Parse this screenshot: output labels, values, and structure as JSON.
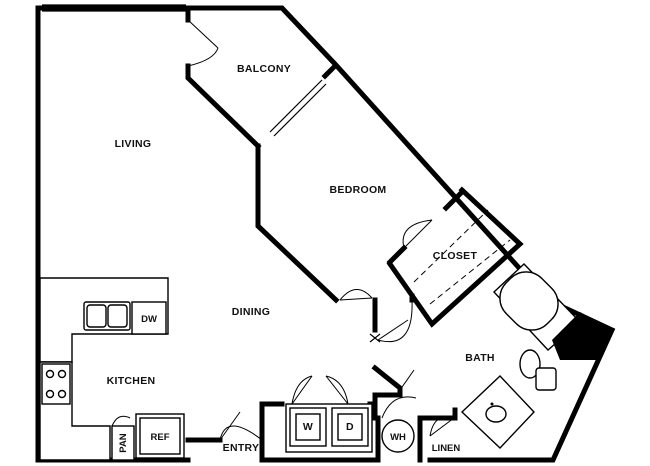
{
  "rooms": {
    "balcony": "BALCONY",
    "living": "LIVING",
    "bedroom": "BEDROOM",
    "closet": "CLOSET",
    "dining": "DINING",
    "kitchen": "KITCHEN",
    "bath": "BATH",
    "entry": "ENTRY",
    "linen": "LINEN"
  },
  "fixtures": {
    "dishwasher": "DW",
    "pantry": "PAN",
    "refrigerator": "REF",
    "washer": "W",
    "dryer": "D",
    "water_heater": "WH"
  }
}
